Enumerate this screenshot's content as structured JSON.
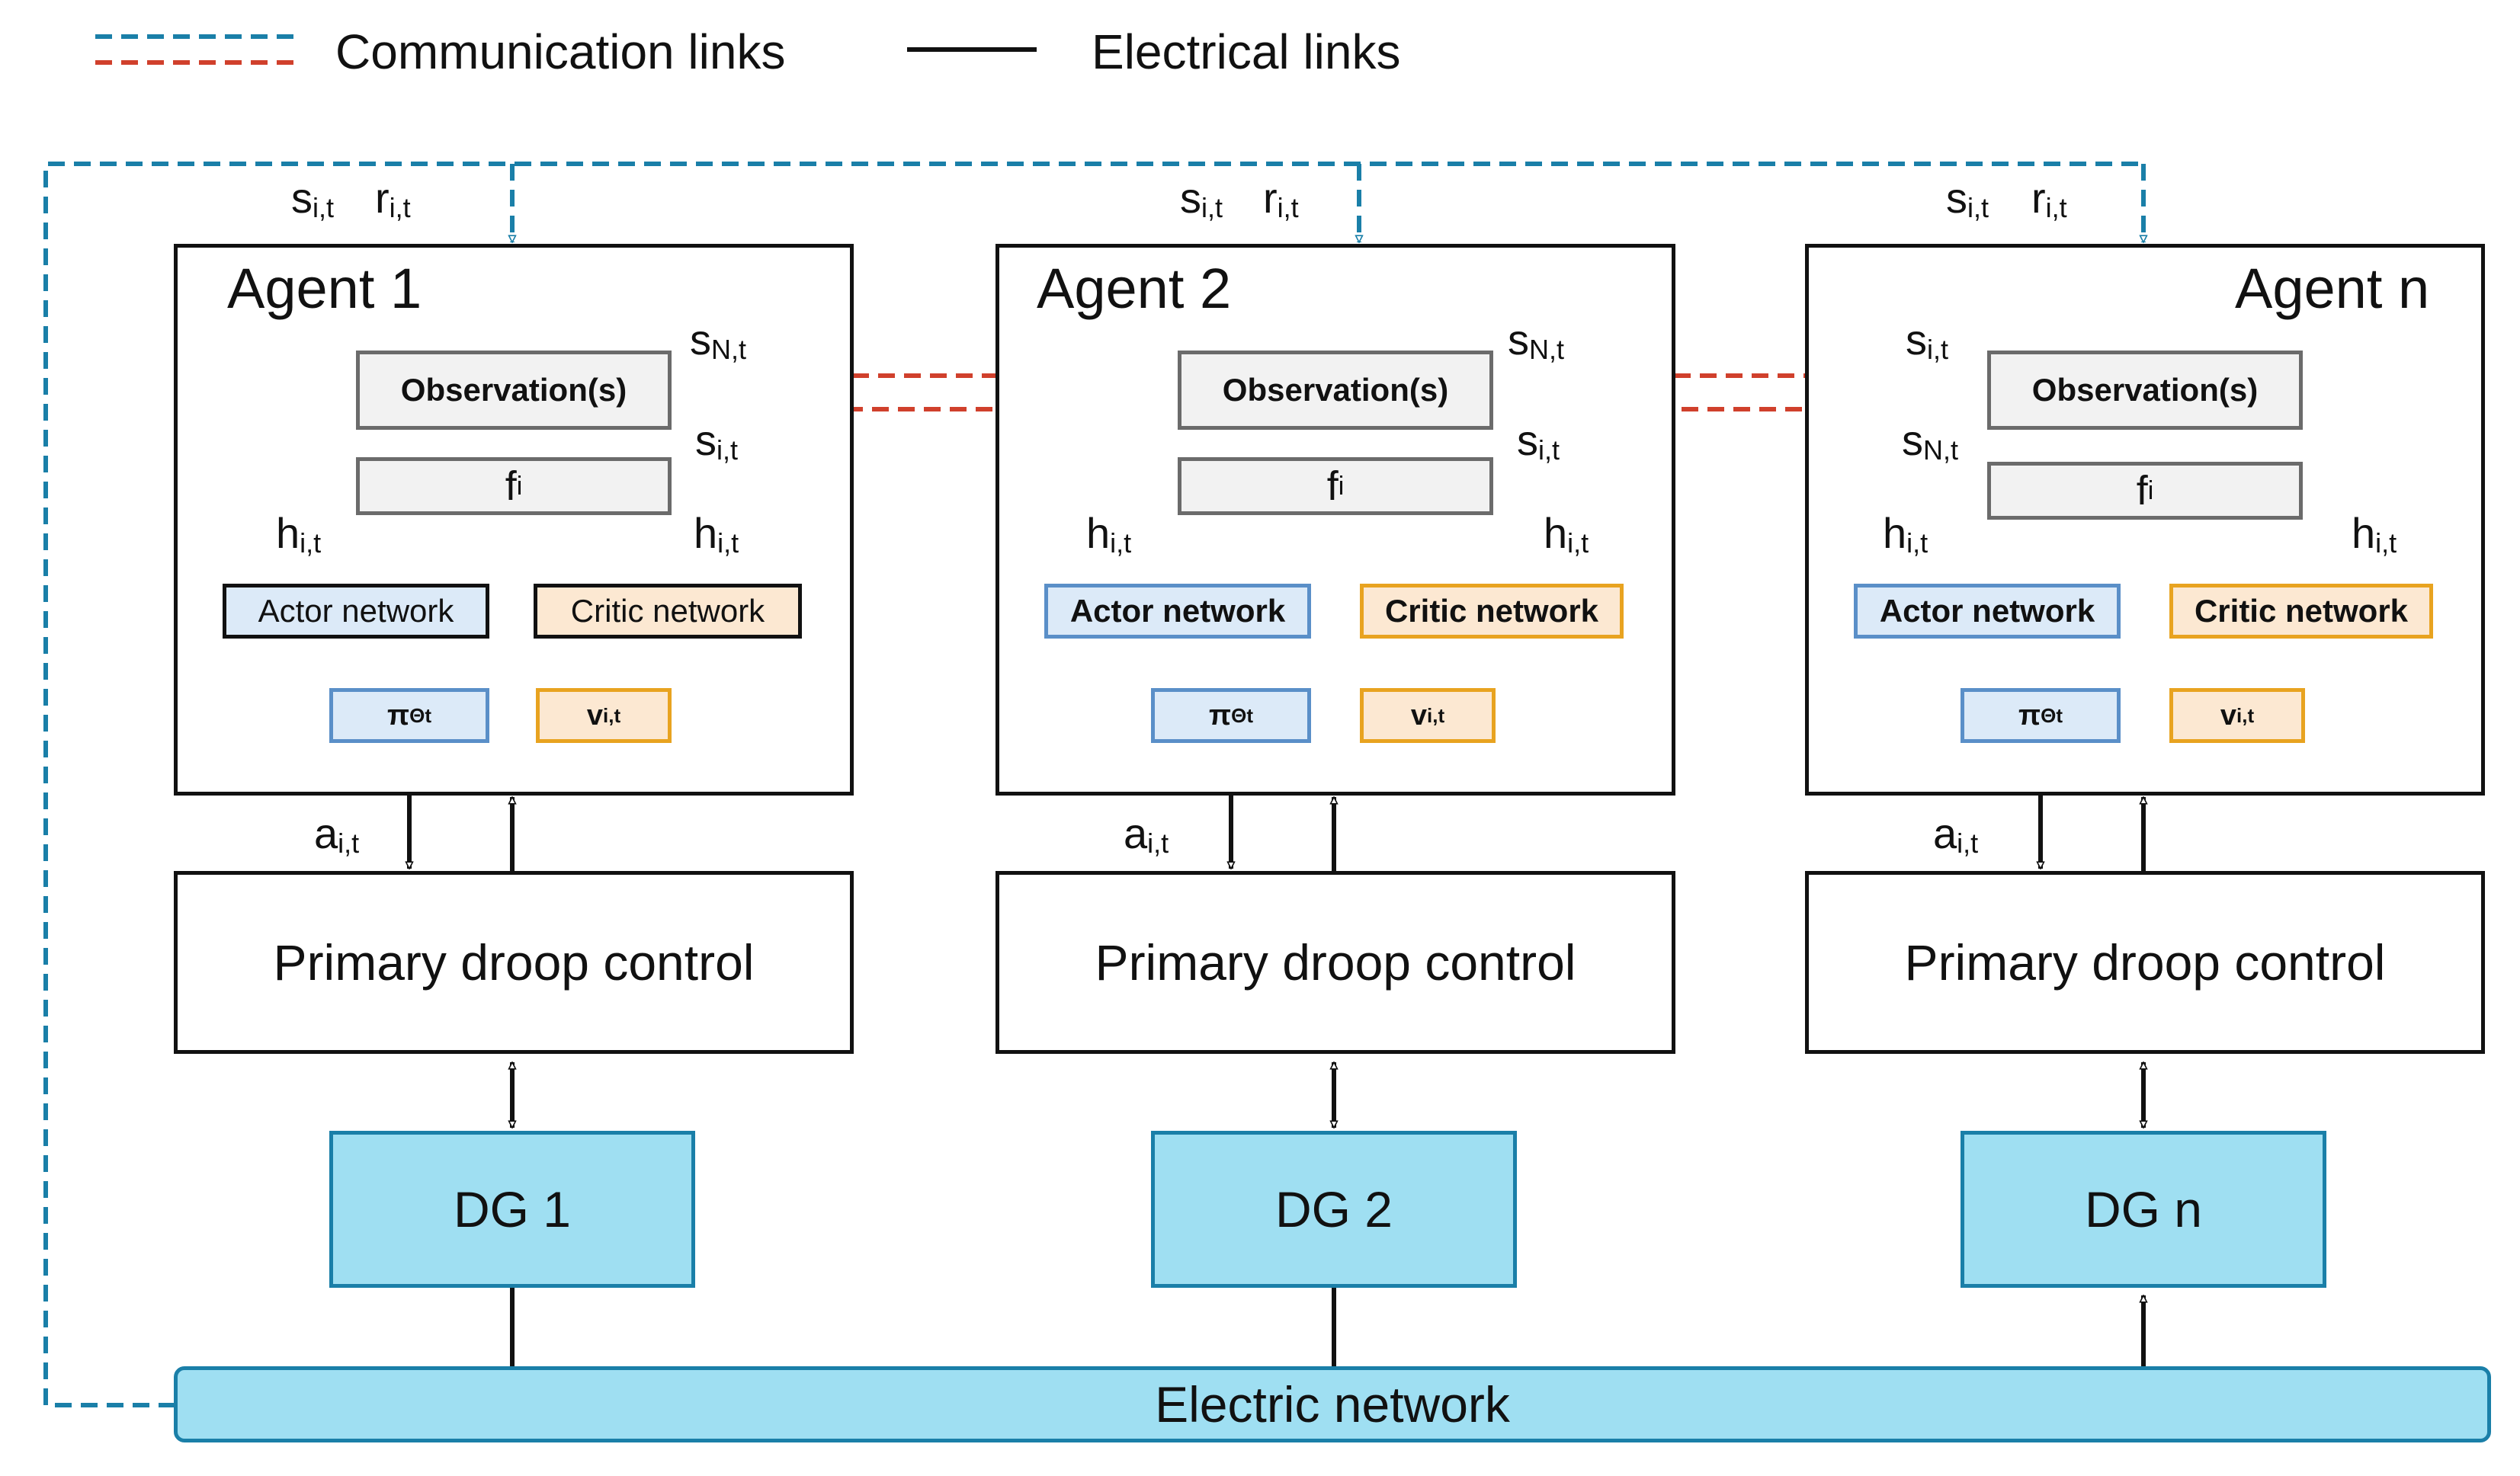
{
  "legend": {
    "communication": "Communication links",
    "electrical": "Electrical links"
  },
  "colors": {
    "comm_blue": "#1a7fa8",
    "comm_red": "#d0402c",
    "electrical": "#111111",
    "dg_fill": "#9fdff2",
    "actor_fill": "#dceaf8",
    "critic_fill": "#fce8d2",
    "critic_border": "#e8a320",
    "actor_border": "#5a8fc8"
  },
  "agents": [
    {
      "title": "Agent 1",
      "observation": "Observation(s)",
      "f": "f",
      "f_sub": "i",
      "actor": "Actor network",
      "critic": "Critic network",
      "policy": "π",
      "policy_sub": "Θt",
      "value": "v",
      "value_sub": "i,t",
      "droop": "Primary droop control",
      "dg": "DG 1"
    },
    {
      "title": "Agent 2",
      "observation": "Observation(s)",
      "f": "f",
      "f_sub": "i",
      "actor": "Actor network",
      "critic": "Critic network",
      "policy": "π",
      "policy_sub": "Θt",
      "value": "v",
      "value_sub": "i,t",
      "droop": "Primary droop control",
      "dg": "DG 2"
    },
    {
      "title": "Agent n",
      "observation": "Observation(s)",
      "f": "f",
      "f_sub": "i",
      "actor": "Actor network",
      "critic": "Critic network",
      "policy": "π",
      "policy_sub": "Θt",
      "value": "v",
      "value_sub": "i,t",
      "droop": "Primary droop control",
      "dg": "DG n"
    }
  ],
  "symbols": {
    "s": "s",
    "s_sub": "i,t",
    "r": "r",
    "r_sub": "i,t",
    "sN": "s",
    "sN_sub": "N,t",
    "h": "h",
    "h_sub": "i,t",
    "a": "a",
    "a_sub": "i,t"
  },
  "network": "Electric network"
}
